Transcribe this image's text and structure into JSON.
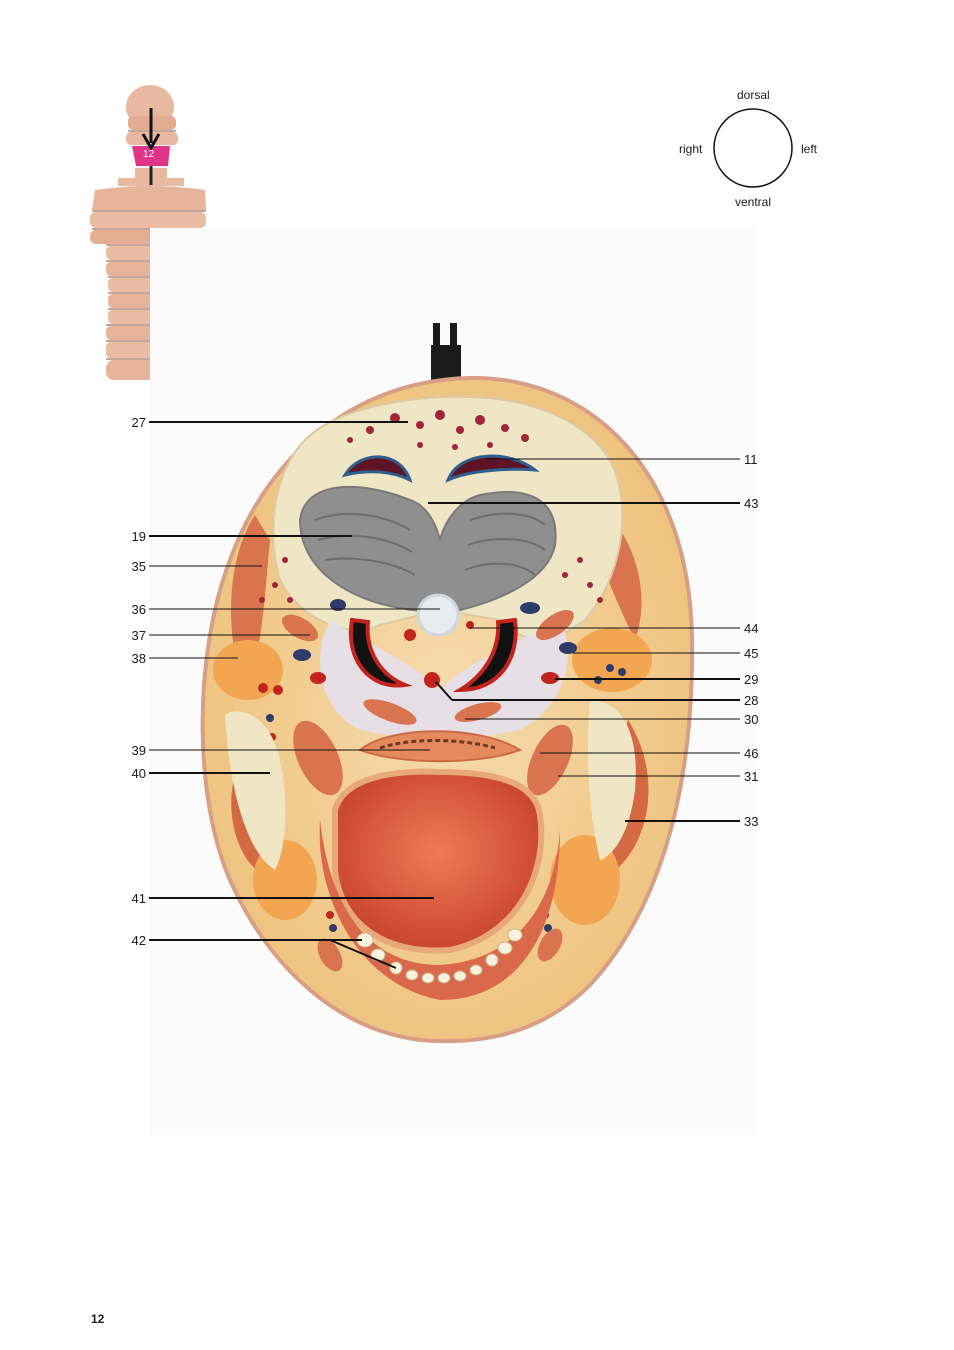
{
  "orientation": {
    "top": "dorsal",
    "bottom": "ventral",
    "left": "right",
    "right": "left"
  },
  "slice_marker": "12",
  "labels_left": [
    "27",
    "19",
    "35",
    "36",
    "37",
    "38",
    "39",
    "40",
    "41",
    "42"
  ],
  "labels_right": [
    "11",
    "43",
    "44",
    "45",
    "29",
    "28",
    "30",
    "46",
    "31",
    "33"
  ],
  "page_number": "12",
  "colors": {
    "fat": "#f2c98e",
    "skin": "#e9b6a0",
    "bone": "#efe6c6",
    "marrow": "#a3233a",
    "brain": "#8f8f8f",
    "muscle": "#d9694a",
    "tongue": "#e4573f",
    "slice_highlight": "#e0338a"
  }
}
